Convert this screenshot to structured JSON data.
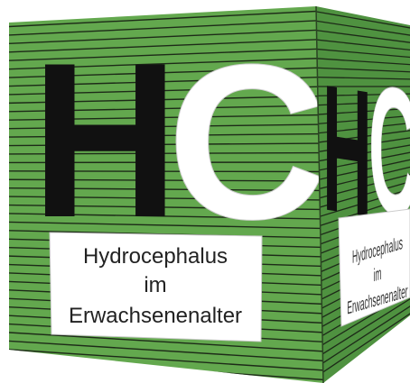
{
  "logo": {
    "front_letters": [
      "H",
      "C"
    ],
    "side_letters": [
      "H",
      "C"
    ],
    "front_label_lines": [
      "Hydrocephalus",
      "im",
      "Erwachsenenalter"
    ],
    "side_label_lines": [
      "Hydrocephalus",
      "im",
      "Erwachsenenalter"
    ]
  },
  "colors": {
    "cube_green": "#63a84e",
    "cube_green_side": "#4f9240",
    "stripe": "#1d2a18",
    "letter_h": "#111111",
    "letter_c": "#ffffff",
    "label_bg": "#ffffff",
    "label_text": "#222222"
  }
}
